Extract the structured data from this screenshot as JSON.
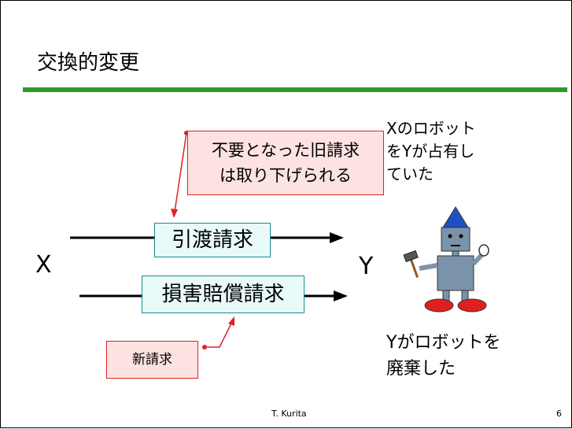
{
  "slide": {
    "title": "交換的変更",
    "callout_old": [
      "不要となった旧請求",
      "は取り下げられる"
    ],
    "callout_new": "新請求",
    "claim_1": "引渡請求",
    "claim_2": "損害賠償請求",
    "party_x": "X",
    "party_y": "Y",
    "note_x": [
      "Xのロボット",
      "をYが占有し",
      "ていた"
    ],
    "note_y": [
      "Yがロボットを",
      "廃棄した"
    ],
    "footer_author": "T. Kurita",
    "footer_page": "6"
  },
  "colors": {
    "accent_rule": "#2c9a2c",
    "callout_fill": "#fde2e2",
    "callout_border": "#e02020",
    "claim_fill": "#e9fafa",
    "claim_border": "#1a8a8a",
    "robot_body": "#7a93aa",
    "robot_hat": "#2050c0",
    "robot_feet": "#e02020"
  },
  "icons": [
    "robot-illustration",
    "hammer-icon"
  ]
}
